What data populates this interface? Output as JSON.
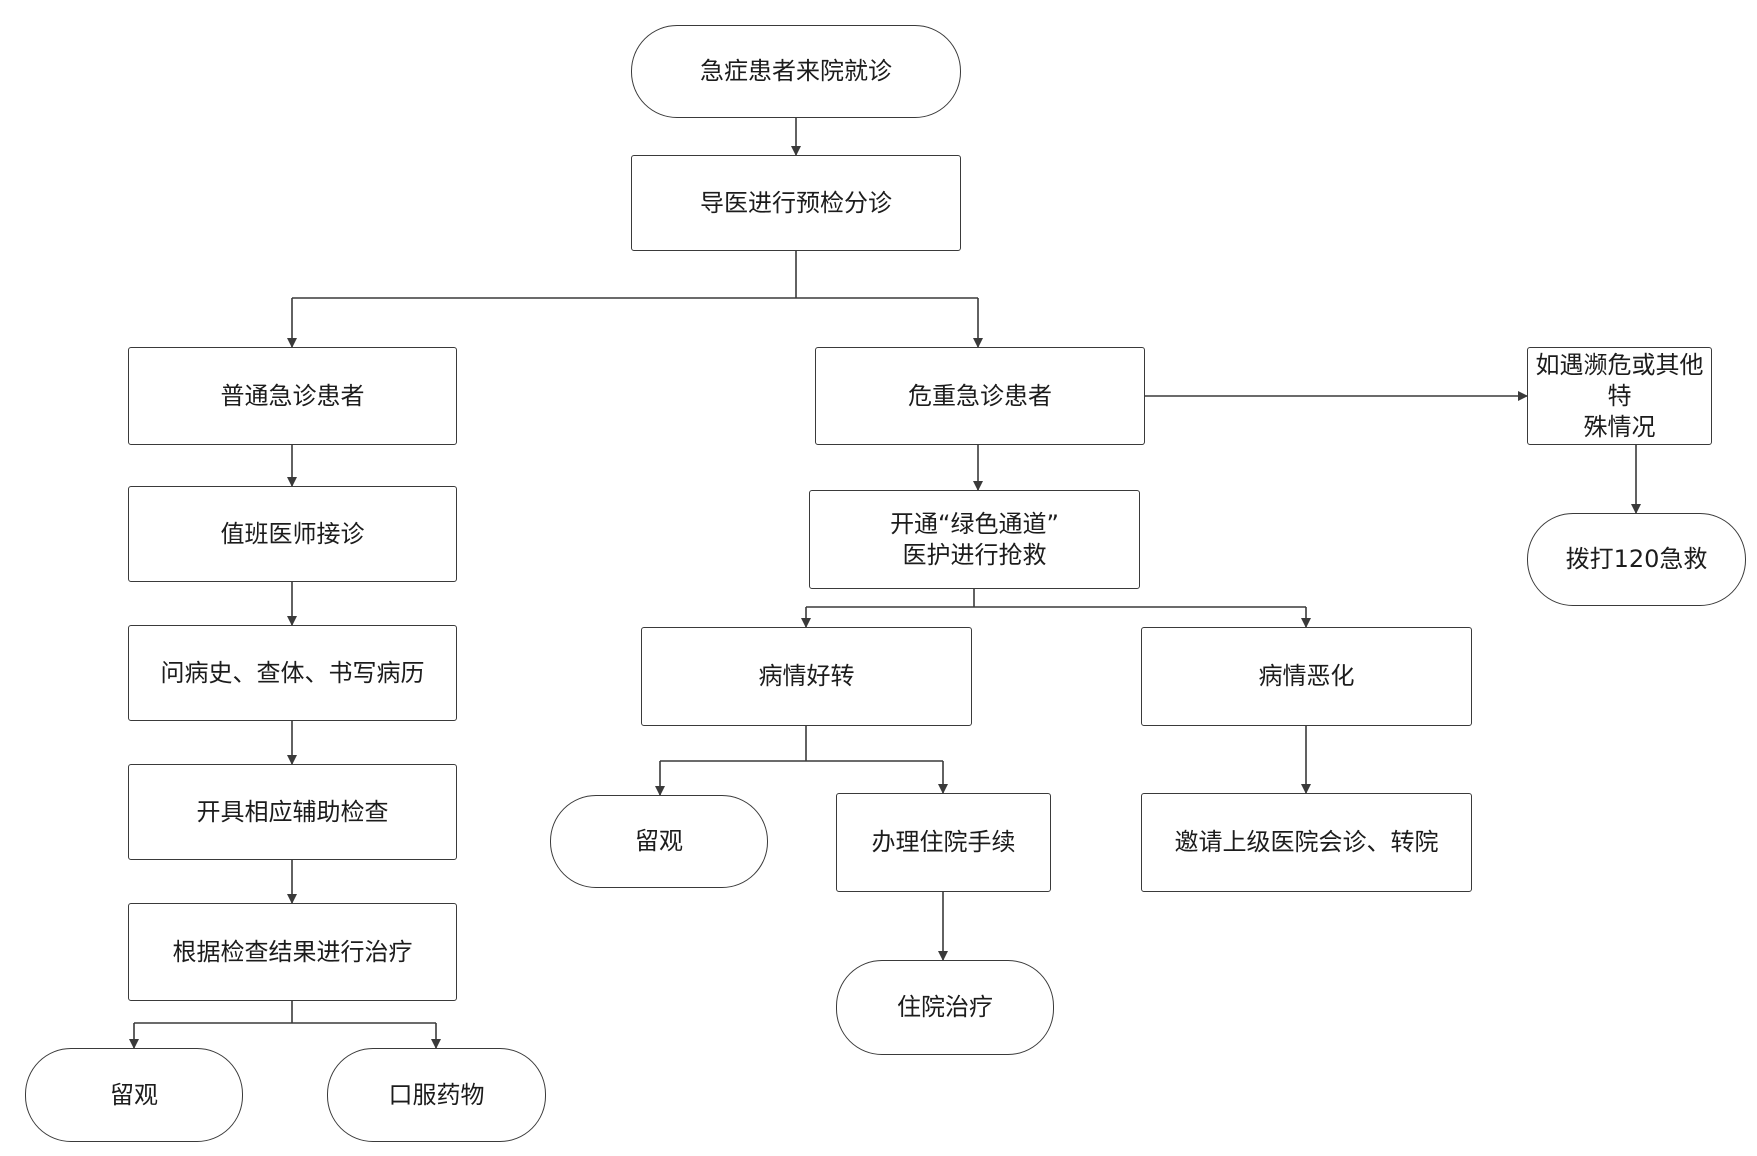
{
  "nodes": {
    "start": "急症患者来院就诊",
    "triage": "导医进行预检分诊",
    "normal": "普通急诊患者",
    "duty": "值班医师接诊",
    "history": "问病史、查体、书写病历",
    "exam": "开具相应辅助检查",
    "treat": "根据检查结果进行治疗",
    "observe1": "留观",
    "oral": "口服药物",
    "critical": "危重急诊患者",
    "green_line1": "开通“绿色通道”",
    "green_line2": "医护进行抢救",
    "better": "病情好转",
    "worse": "病情恶化",
    "observe2": "留观",
    "admit": "办理住院手续",
    "refer": "邀请上级医院会诊、转院",
    "inpatient": "住院治疗",
    "special_line1": "如遇濒危或其他特",
    "special_line2": "殊情况",
    "call": "拨打120急救"
  },
  "colors": {
    "stroke": "#3a3a3a",
    "text": "#1c1c1c",
    "background": "#ffffff"
  }
}
